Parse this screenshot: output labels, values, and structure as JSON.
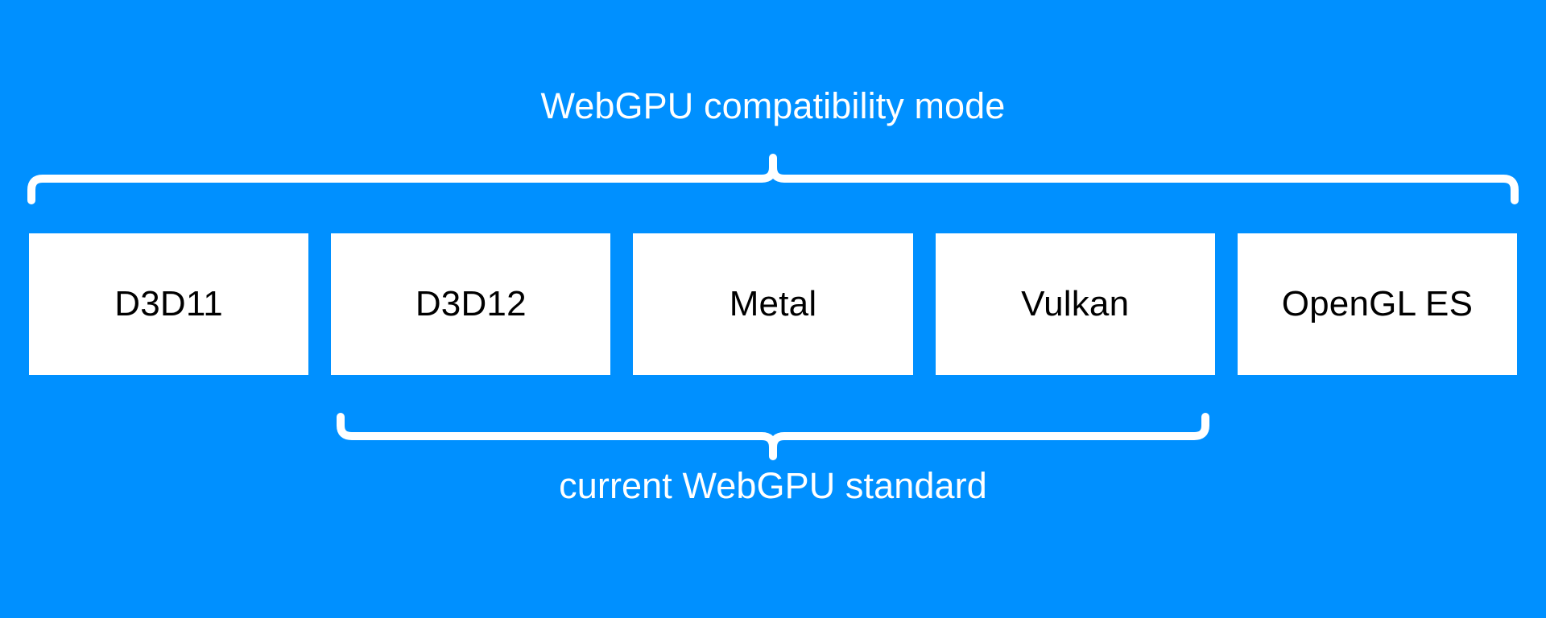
{
  "diagram": {
    "title": "WebGPU compatibility mode",
    "subtitle": "current WebGPU standard",
    "background_color": "#0090ff",
    "box_fill_color": "#ffffff",
    "box_text_color": "#000000",
    "caption_text_color": "#ffffff",
    "brace_color": "#ffffff",
    "top_brace": {
      "label": "WebGPU compatibility mode",
      "covers": [
        "D3D11",
        "D3D12",
        "Metal",
        "Vulkan",
        "OpenGL ES"
      ]
    },
    "bottom_brace": {
      "label": "current WebGPU standard",
      "covers": [
        "D3D12",
        "Metal",
        "Vulkan"
      ]
    },
    "boxes": [
      {
        "label": "D3D11"
      },
      {
        "label": "D3D12"
      },
      {
        "label": "Metal"
      },
      {
        "label": "Vulkan"
      },
      {
        "label": "OpenGL ES"
      }
    ]
  }
}
